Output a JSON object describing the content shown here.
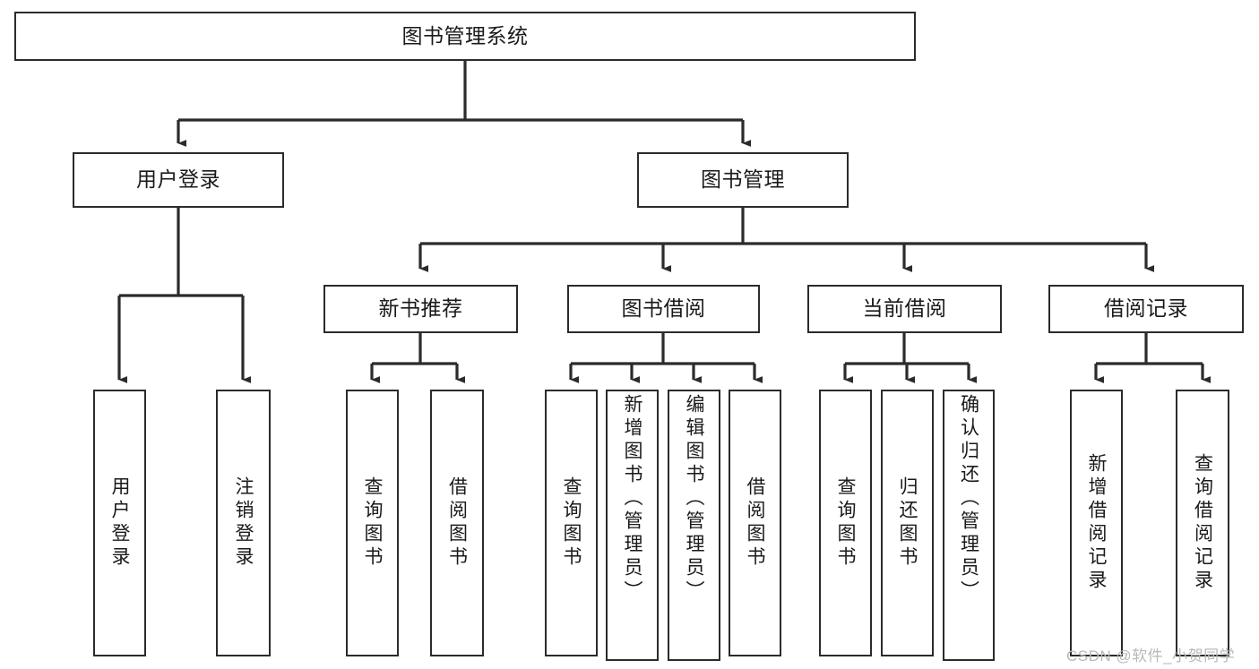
{
  "diagram": {
    "type": "tree-hierarchy",
    "title": "图书管理系统",
    "orientation": "top-down",
    "watermark": "CSDN @软件_小贺同学",
    "colors": {
      "background": "#ffffff",
      "stroke": "#2b2b2b",
      "text": "#1a1a1a",
      "watermark": "#b9b9b9"
    },
    "nodes": {
      "root": {
        "label": "图书管理系统",
        "level": 0,
        "orientation": "horizontal"
      },
      "l1": [
        {
          "id": "user-login",
          "label": "用户登录",
          "level": 1,
          "orientation": "horizontal"
        },
        {
          "id": "book-manage",
          "label": "图书管理",
          "level": 1,
          "orientation": "horizontal"
        }
      ],
      "l2": [
        {
          "id": "new-book-recommend",
          "label": "新书推荐",
          "level": 2,
          "orientation": "horizontal",
          "parent": "book-manage"
        },
        {
          "id": "book-borrow",
          "label": "图书借阅",
          "level": 2,
          "orientation": "horizontal",
          "parent": "book-manage"
        },
        {
          "id": "current-borrow",
          "label": "当前借阅",
          "level": 2,
          "orientation": "horizontal",
          "parent": "book-manage"
        },
        {
          "id": "borrow-record",
          "label": "借阅记录",
          "level": 2,
          "orientation": "horizontal",
          "parent": "book-manage"
        }
      ],
      "leaves": [
        {
          "id": "leaf-user-login",
          "label": "用户登录",
          "parent": "user-login",
          "orientation": "vertical"
        },
        {
          "id": "leaf-logout",
          "label": "注销登录",
          "parent": "user-login",
          "orientation": "vertical"
        },
        {
          "id": "leaf-query-book-1",
          "label": "查询图书",
          "parent": "new-book-recommend",
          "orientation": "vertical"
        },
        {
          "id": "leaf-borrow-book-1",
          "label": "借阅图书",
          "parent": "new-book-recommend",
          "orientation": "vertical"
        },
        {
          "id": "leaf-query-book-2",
          "label": "查询图书",
          "parent": "book-borrow",
          "orientation": "vertical"
        },
        {
          "id": "leaf-add-book",
          "label": "新增图书（管理员）",
          "parent": "book-borrow",
          "orientation": "vertical"
        },
        {
          "id": "leaf-edit-book",
          "label": "编辑图书（管理员）",
          "parent": "book-borrow",
          "orientation": "vertical"
        },
        {
          "id": "leaf-borrow-book-2",
          "label": "借阅图书",
          "parent": "book-borrow",
          "orientation": "vertical"
        },
        {
          "id": "leaf-query-book-3",
          "label": "查询图书",
          "parent": "current-borrow",
          "orientation": "vertical"
        },
        {
          "id": "leaf-return-book",
          "label": "归还图书",
          "parent": "current-borrow",
          "orientation": "vertical"
        },
        {
          "id": "leaf-confirm-return",
          "label": "确认归还（管理员）",
          "parent": "current-borrow",
          "orientation": "vertical"
        },
        {
          "id": "leaf-add-record",
          "label": "新增借阅记录",
          "parent": "borrow-record",
          "orientation": "vertical"
        },
        {
          "id": "leaf-query-record",
          "label": "查询借阅记录",
          "parent": "borrow-record",
          "orientation": "vertical"
        }
      ]
    }
  }
}
